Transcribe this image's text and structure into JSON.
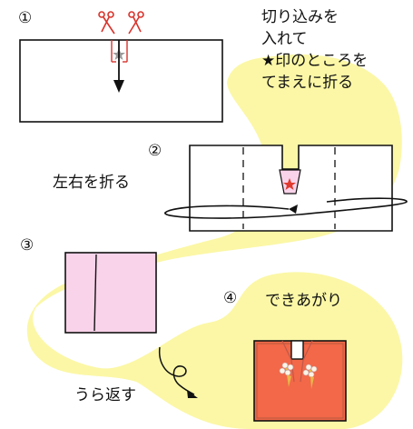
{
  "steps": [
    {
      "number": "①",
      "instruction_lines": [
        "切り込みを",
        "入れて",
        "★印のところを",
        "てまえに折る"
      ]
    },
    {
      "number": "②",
      "instruction": "左右を折る"
    },
    {
      "number": "③",
      "instruction": "うら返す"
    },
    {
      "number": "④",
      "instruction": "できあがり"
    }
  ],
  "colors": {
    "highlight": "#fbf7a6",
    "paper_pink": "#f9d3ea",
    "kimono": "#f26848",
    "kimono_border": "#b5573e",
    "scissors": "#d8332b",
    "star_step1": "#999999",
    "star_step2": "#e03a2f",
    "flower": "#fbf4e6"
  },
  "icons": [
    "scissors-icon",
    "star-icon",
    "fold-arrow-icon",
    "flip-arrow-icon",
    "flower-icon"
  ]
}
